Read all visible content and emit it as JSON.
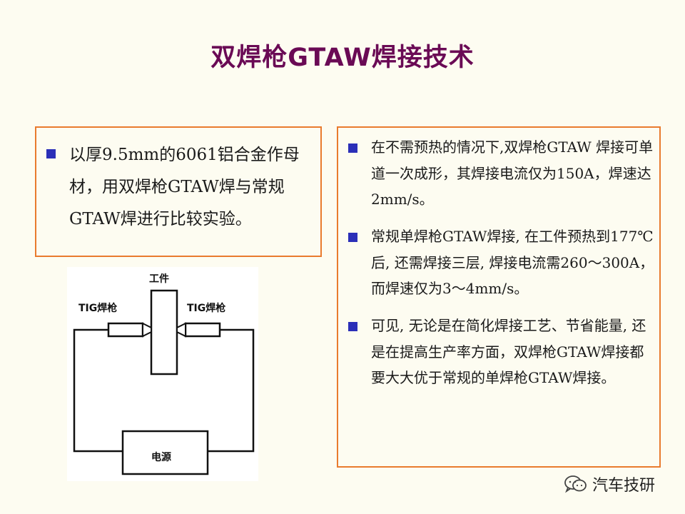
{
  "slide": {
    "title": "双焊枪GTAW焊接技术"
  },
  "left_box": {
    "text": "以厚9.5mm的6061铝合金作母材，用双焊枪GTAW焊与常规GTAW焊进行比较实验。"
  },
  "diagram": {
    "label_workpiece": "工件",
    "label_torch_left": "TIG焊枪",
    "label_torch_right": "TIG焊枪",
    "label_power": "电源"
  },
  "right_box": {
    "items": [
      "在不需预热的情况下,双焊枪GTAW 焊接可单道一次成形，其焊接电流仅为150A，焊速达2mm/s。",
      "常规单焊枪GTAW焊接, 在工件预热到177℃后, 还需焊接三层, 焊接电流需260～300A，而焊速仅为3～4mm/s。",
      "可见, 无论是在简化焊接工艺、节省能量, 还是在提高生产率方面，双焊枪GTAW焊接都要大大优于常规的单焊枪GTAW焊接。"
    ]
  },
  "watermark": {
    "text": "汽车技研",
    "icon": "wechat-icon"
  },
  "colors": {
    "title": "#6a0a55",
    "box_border": "#e97b2e",
    "bullet": "#2b2fb8",
    "background": "#fdfcf1"
  }
}
